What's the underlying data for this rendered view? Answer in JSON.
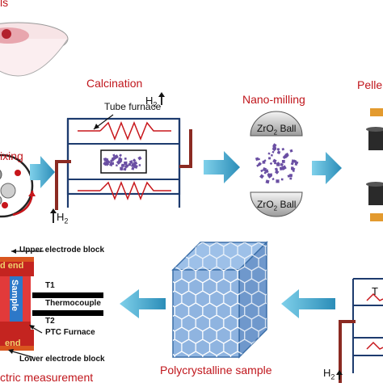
{
  "labels": {
    "top_left_partial": "ls",
    "mixing": "ixing",
    "calcination": "Calcination",
    "tube_furnace": "Tube furnace",
    "h2_top": "H",
    "h2_bottom": "H",
    "h2_sub": "2",
    "nano_milling": "Nano-milling",
    "zro2_ball_top": "ZrO",
    "zro2_ball_bottom": "ZrO",
    "zro2_sub": "2",
    "ball_word": " Ball",
    "pellet_partial": "Pelle",
    "upper_electrode_block": "Upper electrode block",
    "d_end_top": "d end",
    "sample_vertical": "Sample",
    "t1": "T1",
    "thermocouple": "Thermocouple",
    "t2": "T2",
    "ptc_furnace": "PTC Furnace",
    "end_bottom": "end",
    "lower_electrode_block": "Lower electrode block",
    "electric_measurement": "ctric measurement",
    "polycrystalline_sample": "Polycrystalline sample",
    "t_right_partial": "T",
    "h2_right": "H"
  },
  "colors": {
    "accent_red": "#c0161c",
    "arrow_blue": "#3ba3c8",
    "furnace_brown": "#8b2a22",
    "particle_purple": "#6a4fa3",
    "crystal_blue": "#8fb4e0"
  }
}
